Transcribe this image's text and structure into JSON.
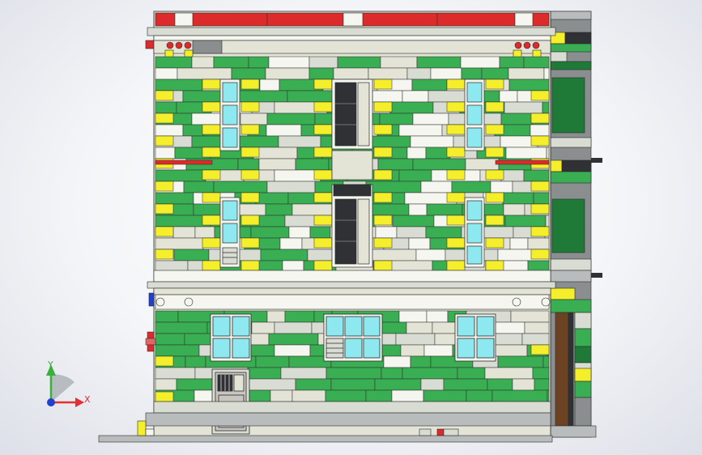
{
  "viewport": {
    "background": "#f4f5f8",
    "colors": {
      "green": "#3aae52",
      "dark_green": "#1f7a38",
      "light_tan": "#e3e4d6",
      "light_gray": "#d9dcd3",
      "white": "#f5f6f0",
      "yellow": "#f4ef2a",
      "red": "#dd2a2a",
      "glass": "#8ee8f0",
      "dark": "#2f3134",
      "outline": "#2a2a2a",
      "side_gray": "#8a8e8e",
      "brown": "#6b4322"
    },
    "model": {
      "part_name": "modular-building-front-view",
      "stories": 3,
      "view": "front"
    }
  },
  "triad": {
    "x_label": "X",
    "y_label": "Y",
    "x_color": "#e03030",
    "y_color": "#3ab03a",
    "z_color": "#2040d0"
  }
}
